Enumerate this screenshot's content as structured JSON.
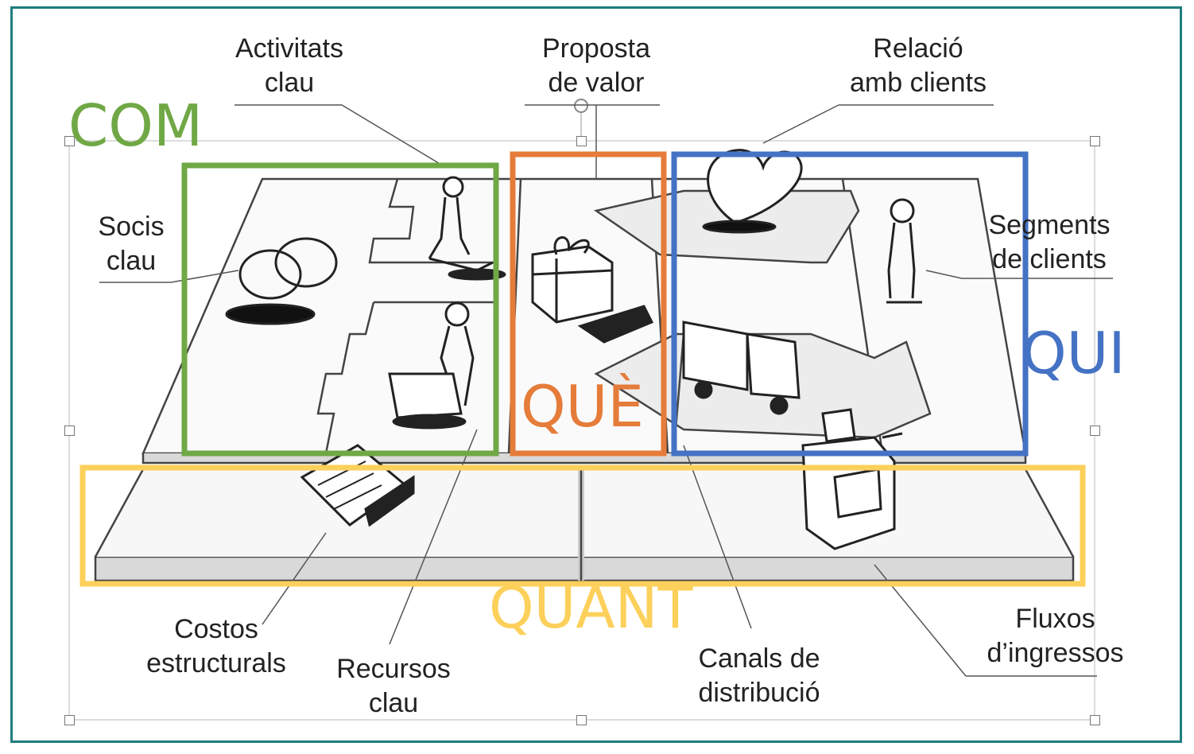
{
  "labels": {
    "activitats_clau": [
      "Activitats",
      "clau"
    ],
    "proposta_valor": [
      "Proposta",
      "de valor"
    ],
    "relacio_clients": [
      "Relació",
      "amb clients"
    ],
    "socis_clau": [
      "Socis",
      "clau"
    ],
    "segments_clients": [
      "Segments",
      "de clients"
    ],
    "costos_estructurals": [
      "Costos",
      "estructurals"
    ],
    "recursos_clau": [
      "Recursos",
      "clau"
    ],
    "canals_distribucio": [
      "Canals de",
      "distribució"
    ],
    "fluxos_ingressos": [
      "Fluxos",
      "d’ingressos"
    ]
  },
  "groups": {
    "com": {
      "text": "COM",
      "color": "#70a845"
    },
    "que": {
      "text": "QUÈ",
      "color": "#e57c3a"
    },
    "qui": {
      "text": "QUI",
      "color": "#4472c4"
    },
    "quant": {
      "text": "QUANT",
      "color": "#fcd05a"
    }
  },
  "colors": {
    "frame": "#1f7d7d",
    "sketch": "#333333"
  }
}
